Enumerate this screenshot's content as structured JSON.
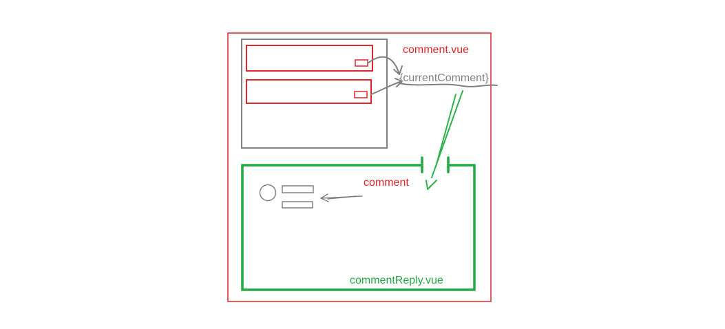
{
  "labels": {
    "outer_component": "comment.vue",
    "state_variable": "{currentComment}",
    "prop_name": "comment",
    "inner_component": "commentReply.vue"
  },
  "colors": {
    "outer_border": "#e0262c",
    "list_border": "#808080",
    "item_border": "#e0262c",
    "state_arrow": "#808080",
    "prop_arrow": "#2db34a",
    "reply_border": "#22aa44",
    "outer_label": "#e0262c",
    "state_label": "#808080",
    "prop_label": "#e0262c",
    "inner_label": "#22aa44",
    "avatar_stroke": "#808080"
  },
  "icons": {
    "list_item_button": "small-rectangle",
    "avatar": "circle",
    "text_lines": "two-bars"
  }
}
